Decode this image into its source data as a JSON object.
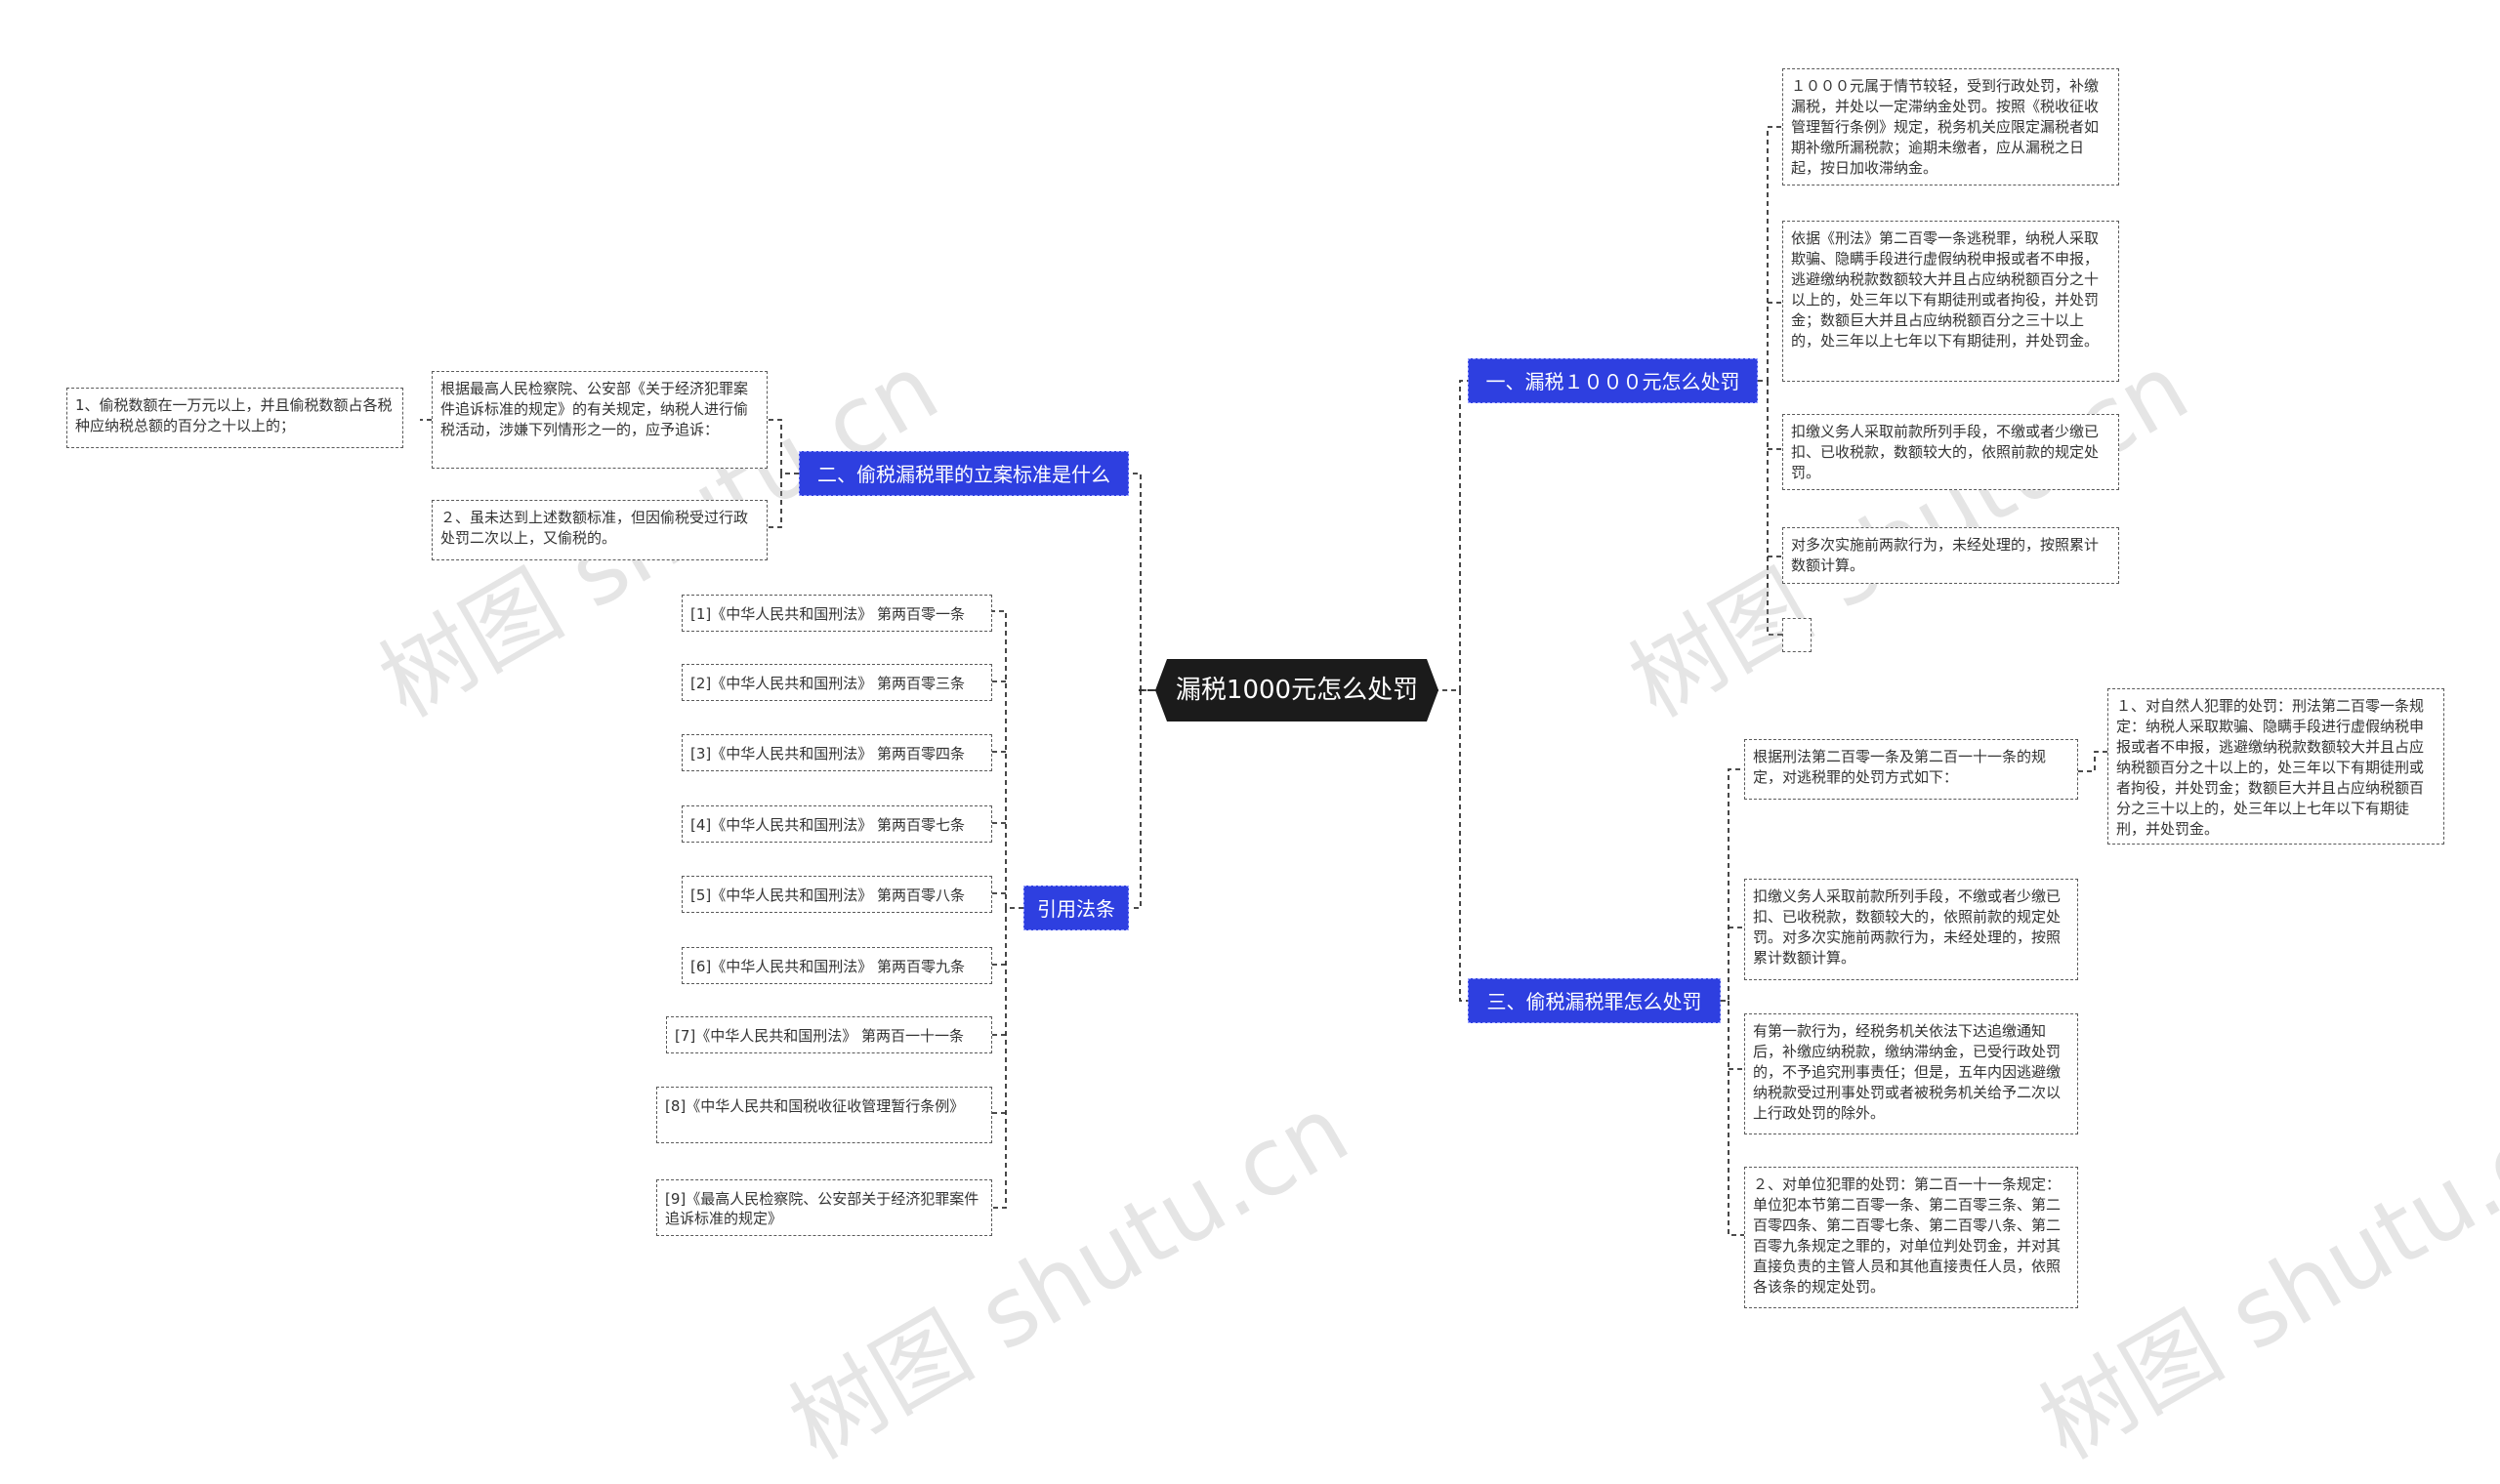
{
  "root": {
    "label": "漏税1000元怎么处罚"
  },
  "watermark": "树图 shutu.cn",
  "branches": {
    "b1": {
      "label": "一、漏税１０００元怎么处罚",
      "items": [
        "１０００元属于情节较轻，受到行政处罚，补缴漏税，并处以一定滞纳金处罚。按照《税收征收管理暂行条例》规定，税务机关应限定漏税者如期补缴所漏税款；逾期未缴者，应从漏税之日起，按日加收滞纳金。",
        "依据《刑法》第二百零一条逃税罪，纳税人采取欺骗、隐瞒手段进行虚假纳税申报或者不申报，逃避缴纳税款数额较大并且占应纳税额百分之十以上的，处三年以下有期徒刑或者拘役，并处罚金；数额巨大并且占应纳税额百分之三十以上的，处三年以上七年以下有期徒刑，并处罚金。",
        "扣缴义务人采取前款所列手段，不缴或者少缴已扣、已收税款，数额较大的，依照前款的规定处罚。",
        "对多次实施前两款行为，未经处理的，按照累计数额计算。",
        ""
      ]
    },
    "b2": {
      "label": "二、偷税漏税罪的立案标准是什么",
      "items": [
        "根据最高人民检察院、公安部《关于经济犯罪案件追诉标准的规定》的有关规定，纳税人进行偷税活动，涉嫌下列情形之一的，应予追诉：",
        "２、虽未达到上述数额标准，但因偷税受过行政处罚二次以上，又偷税的。"
      ],
      "sub": "1、偷税数额在一万元以上，并且偷税数额占各税种应纳税总额的百分之十以上的；"
    },
    "b3": {
      "label": "三、偷税漏税罪怎么处罚",
      "items": [
        "根据刑法第二百零一条及第二百一十一条的规定，对逃税罪的处罚方式如下：",
        "扣缴义务人采取前款所列手段，不缴或者少缴已扣、已收税款，数额较大的，依照前款的规定处罚。对多次实施前两款行为，未经处理的，按照累计数额计算。",
        "有第一款行为，经税务机关依法下达追缴通知后，补缴应纳税款，缴纳滞纳金，已受行政处罚的，不予追究刑事责任；但是，五年内因逃避缴纳税款受过刑事处罚或者被税务机关给予二次以上行政处罚的除外。",
        "２、对单位犯罪的处罚：第二百一十一条规定：单位犯本节第二百零一条、第二百零三条、第二百零四条、第二百零七条、第二百零八条、第二百零九条规定之罪的，对单位判处罚金，并对其直接负责的主管人员和其他直接责任人员，依照各该条的规定处罚。"
      ],
      "sub": "１、对自然人犯罪的处罚：刑法第二百零一条规定：纳税人采取欺骗、隐瞒手段进行虚假纳税申报或者不申报，逃避缴纳税款数额较大并且占应纳税额百分之十以上的，处三年以下有期徒刑或者拘役，并处罚金；数额巨大并且占应纳税额百分之三十以上的，处三年以上七年以下有期徒刑，并处罚金。"
    },
    "b4": {
      "label": "引用法条",
      "items": [
        "[1]《中华人民共和国刑法》 第两百零一条",
        "[2]《中华人民共和国刑法》 第两百零三条",
        "[3]《中华人民共和国刑法》 第两百零四条",
        "[4]《中华人民共和国刑法》 第两百零七条",
        "[5]《中华人民共和国刑法》 第两百零八条",
        "[6]《中华人民共和国刑法》 第两百零九条",
        "[7]《中华人民共和国刑法》 第两百一十一条",
        "[8]《中华人民共和国税收征收管理暂行条例》",
        "[9]《最高人民检察院、公安部关于经济犯罪案件追诉标准的规定》"
      ]
    }
  },
  "colors": {
    "branch": "#2e3fe0",
    "root": "#1b1b1b",
    "line": "#333333"
  }
}
